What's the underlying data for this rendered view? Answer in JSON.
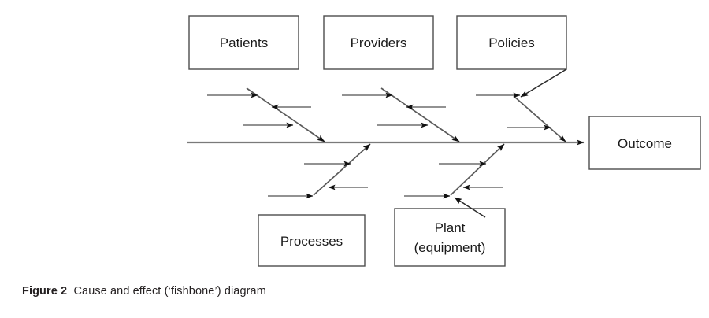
{
  "figure": {
    "caption_label": "Figure 2",
    "caption_text": "Cause and effect (‘fishbone’) diagram",
    "diagram_type": "fishbone",
    "colors": {
      "box_stroke": "#4d4d4d",
      "spine": "#7a7a7a",
      "bone": "#5a5a5a",
      "twig": "#6e6e6e",
      "text": "#1a1a1a",
      "background": "#ffffff",
      "caption_text": "#231f20"
    }
  },
  "diagram": {
    "effect": {
      "label": "Outcome",
      "name": "outcome-box"
    },
    "spine": {
      "name": "spine-arrow",
      "direction": "left-to-right"
    },
    "causes_top": [
      {
        "label": "Patients",
        "name": "cause-box-patients",
        "twig_count": 3
      },
      {
        "label": "Providers",
        "name": "cause-box-providers",
        "twig_count": 3
      },
      {
        "label": "Policies",
        "name": "cause-box-policies",
        "twig_count": 3
      }
    ],
    "causes_bottom": [
      {
        "label": "Processes",
        "name": "cause-box-processes",
        "twig_count": 3
      },
      {
        "label_line1": "Plant",
        "label_line2": "(equipment)",
        "name": "cause-box-plant",
        "twig_count": 4
      }
    ]
  }
}
